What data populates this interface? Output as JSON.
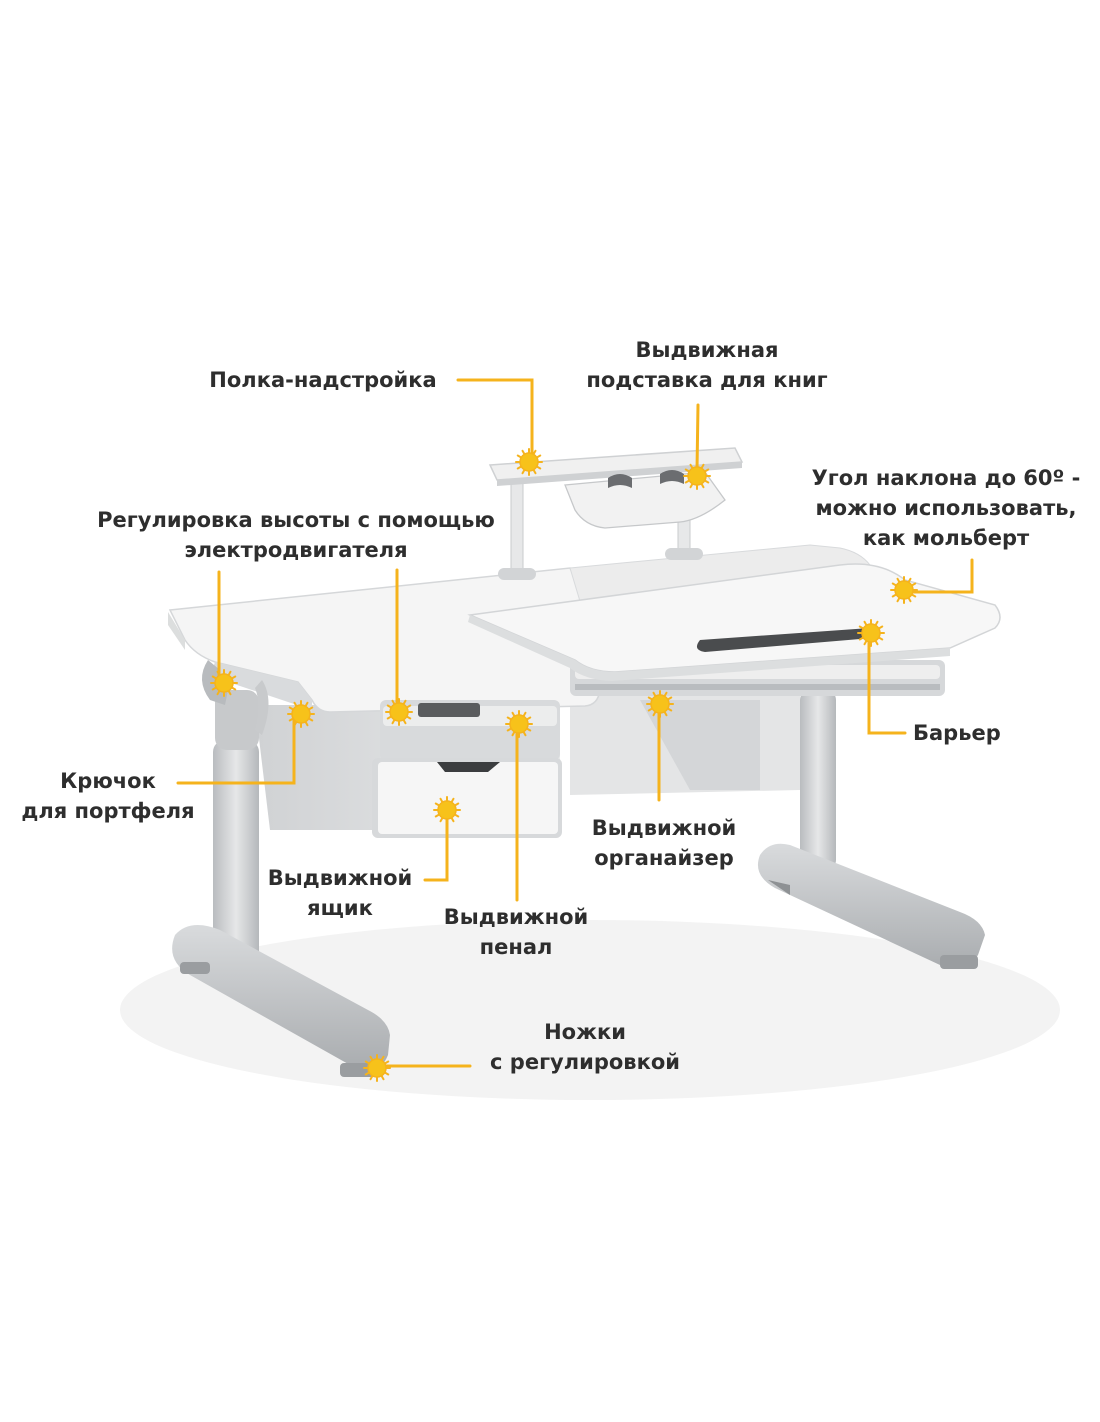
{
  "callouts": [
    {
      "id": "shelf",
      "lines": [
        "Полка-надстройка"
      ]
    },
    {
      "id": "book-stand",
      "lines": [
        "Выдвижная",
        "подставка для книг"
      ]
    },
    {
      "id": "tilt-angle",
      "lines": [
        "Угол наклона до 60º -",
        "можно использовать,",
        "как мольберт"
      ]
    },
    {
      "id": "height-motor",
      "lines": [
        "Регулировка высоты с помощью",
        "электродвигателя"
      ]
    },
    {
      "id": "bag-hook",
      "lines": [
        "Крючок",
        "для портфеля"
      ]
    },
    {
      "id": "barrier",
      "lines": [
        "Барьер"
      ]
    },
    {
      "id": "drawer",
      "lines": [
        "Выдвижной",
        "ящик"
      ]
    },
    {
      "id": "pencil-case",
      "lines": [
        "Выдвижной",
        "пенал"
      ]
    },
    {
      "id": "organizer",
      "lines": [
        "Выдвижной",
        "органайзер"
      ]
    },
    {
      "id": "legs",
      "lines": [
        "Ножки",
        "с регулировкой"
      ]
    }
  ],
  "colors": {
    "accent": "#f5b31c",
    "marker_fill": "#f7c21a",
    "text": "#2e2e2e",
    "desk_white": "#f4f4f4",
    "desk_gray": "#cfd1d3"
  }
}
